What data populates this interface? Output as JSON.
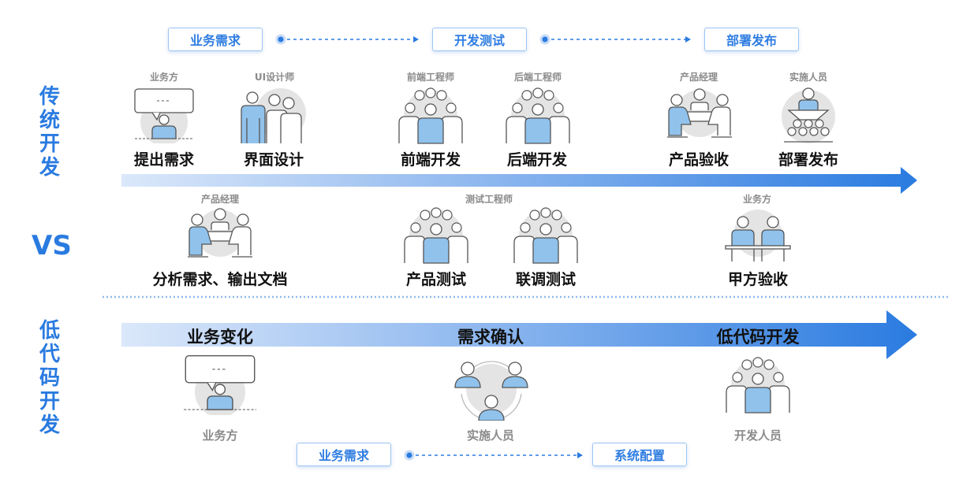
{
  "colors": {
    "accent": "#2a7be0",
    "pill_border": "#9cc4f5",
    "figure_fill": "#90c2ec",
    "figure_bg": "#e4e4e4"
  },
  "side_labels": {
    "traditional": [
      "传",
      "统",
      "开",
      "发"
    ],
    "vs": "VS",
    "lowcode": [
      "低",
      "代",
      "码",
      "开",
      "发"
    ]
  },
  "top_flow": {
    "steps": [
      "业务需求",
      "开发测试",
      "部署发布"
    ]
  },
  "traditional_top": [
    {
      "role": "业务方",
      "task": "提出需求",
      "icon": "speech-bubble-person-icon"
    },
    {
      "role": "UI设计师",
      "task": "界面设计",
      "icon": "designer-team-icon"
    },
    {
      "role": "前端工程师",
      "task": "前端开发",
      "icon": "dev-team-icon"
    },
    {
      "role": "后端工程师",
      "task": "后端开发",
      "icon": "dev-team-icon"
    },
    {
      "role": "产品经理",
      "task": "产品验收",
      "icon": "meeting-icon"
    },
    {
      "role": "实施人员",
      "task": "部署发布",
      "icon": "presenter-audience-icon"
    }
  ],
  "traditional_bottom": [
    {
      "role": "产品经理",
      "task": "分析需求、输出文档",
      "icon": "meeting-icon"
    },
    {
      "role": "测试工程师",
      "task": "产品测试",
      "icon": "dev-team-icon"
    },
    {
      "role": "",
      "task": "联调测试",
      "icon": "dev-team-icon"
    },
    {
      "role": "业务方",
      "task": "甲方验收",
      "icon": "client-desk-icon"
    }
  ],
  "lowcode": {
    "stages": [
      "业务变化",
      "需求确认",
      "低代码开发"
    ],
    "roles": [
      {
        "role": "业务方",
        "icon": "speech-bubble-person-icon"
      },
      {
        "role": "实施人员",
        "icon": "circle-team-icon"
      },
      {
        "role": "开发人员",
        "icon": "dev-team-icon"
      }
    ]
  },
  "bottom_flow": {
    "steps": [
      "业务需求",
      "系统配置"
    ]
  }
}
